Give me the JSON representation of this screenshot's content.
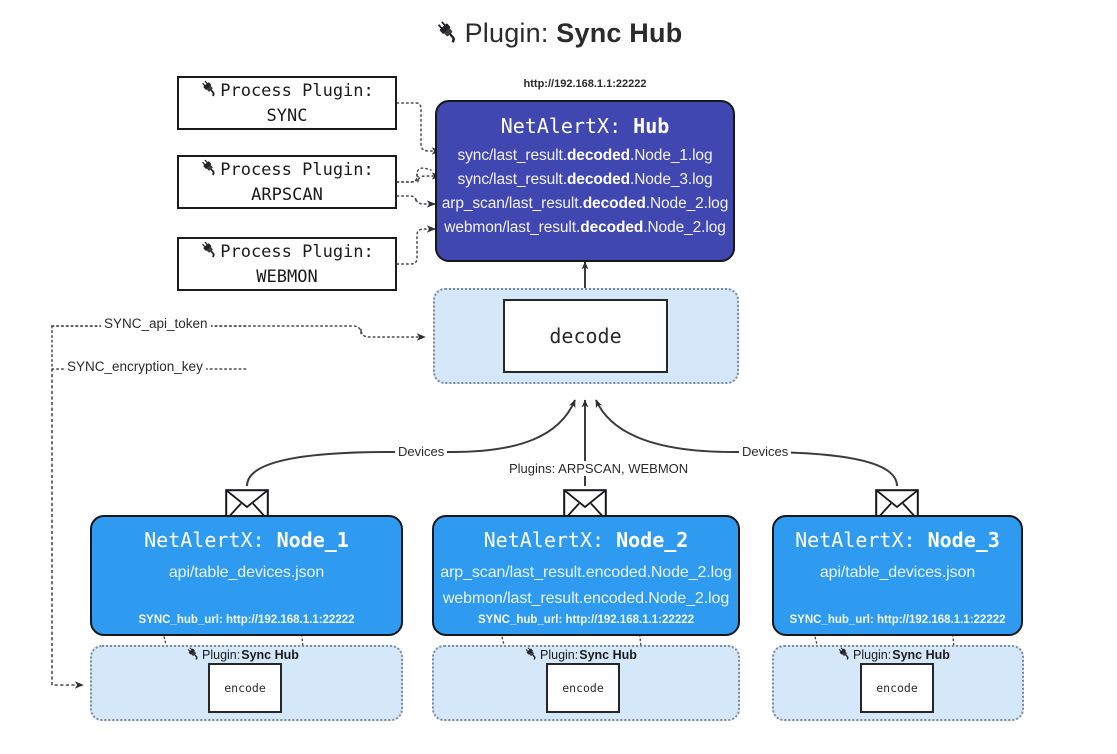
{
  "page": {
    "title_icon": "plug-icon",
    "title_prefix": "Plugin: ",
    "title_name": "Sync Hub"
  },
  "colors": {
    "hub_fill": "#4147b0",
    "node_fill": "#2f9bf0",
    "cluster_fill": "#d4e8fa",
    "cluster_border": "#7f8b96",
    "box_border": "#17171a",
    "edge_stroke": "#3a3a40",
    "text_dark": "#2b2b2b",
    "text_light": "#ffffff"
  },
  "process_plugins": [
    {
      "icon": "plug-icon",
      "line1": "Process Plugin:",
      "line2": "SYNC"
    },
    {
      "icon": "plug-icon",
      "line1": "Process Plugin:",
      "line2": "ARPSCAN"
    },
    {
      "icon": "plug-icon",
      "line1": "Process Plugin:",
      "line2": "WEBMON"
    }
  ],
  "hub": {
    "url": "http://192.168.1.1:22222",
    "title_prefix": "NetAlertX: ",
    "title_name": "Hub",
    "log_lines": [
      {
        "pre": "sync/last_result.",
        "mid": "decoded",
        "post": ".Node_1.log"
      },
      {
        "pre": "sync/last_result.",
        "mid": "decoded",
        "post": ".Node_3.log"
      },
      {
        "pre": "arp_scan/last_result.",
        "mid": "decoded",
        "post": ".Node_2.log"
      },
      {
        "pre": "webmon/last_result.",
        "mid": "decoded",
        "post": ".Node_2.log"
      }
    ]
  },
  "decode_cluster": {
    "box_label": "decode"
  },
  "secrets": {
    "api_token": "SYNC_api_token",
    "encryption_key": "SYNC_encryption_key"
  },
  "edge_labels": {
    "devices_left": "Devices",
    "plugins_center": "Plugins: ARPSCAN, WEBMON",
    "devices_right": "Devices"
  },
  "nodes": [
    {
      "icon": "envelope-icon",
      "title_prefix": "NetAlertX: ",
      "title_name": "Node_1",
      "lines": [
        "api/table_devices.json"
      ],
      "footer": "SYNC_hub_url: http://192.168.1.1:22222",
      "cluster": {
        "label_icon": "plug-icon",
        "label_prefix": "Plugin: ",
        "label_name": "Sync Hub",
        "box_label": "encode"
      }
    },
    {
      "icon": "envelope-icon",
      "title_prefix": "NetAlertX: ",
      "title_name": "Node_2",
      "lines": [
        "arp_scan/last_result.encoded.Node_2.log",
        "webmon/last_result.encoded.Node_2.log"
      ],
      "footer": "SYNC_hub_url: http://192.168.1.1:22222",
      "cluster": {
        "label_icon": "plug-icon",
        "label_prefix": "Plugin: ",
        "label_name": "Sync Hub",
        "box_label": "encode"
      }
    },
    {
      "icon": "envelope-icon",
      "title_prefix": "NetAlertX: ",
      "title_name": "Node_3",
      "lines": [
        "api/table_devices.json"
      ],
      "footer": "SYNC_hub_url: http://192.168.1.1:22222",
      "cluster": {
        "label_icon": "plug-icon",
        "label_prefix": "Plugin: ",
        "label_name": "Sync Hub",
        "box_label": "encode"
      }
    }
  ]
}
